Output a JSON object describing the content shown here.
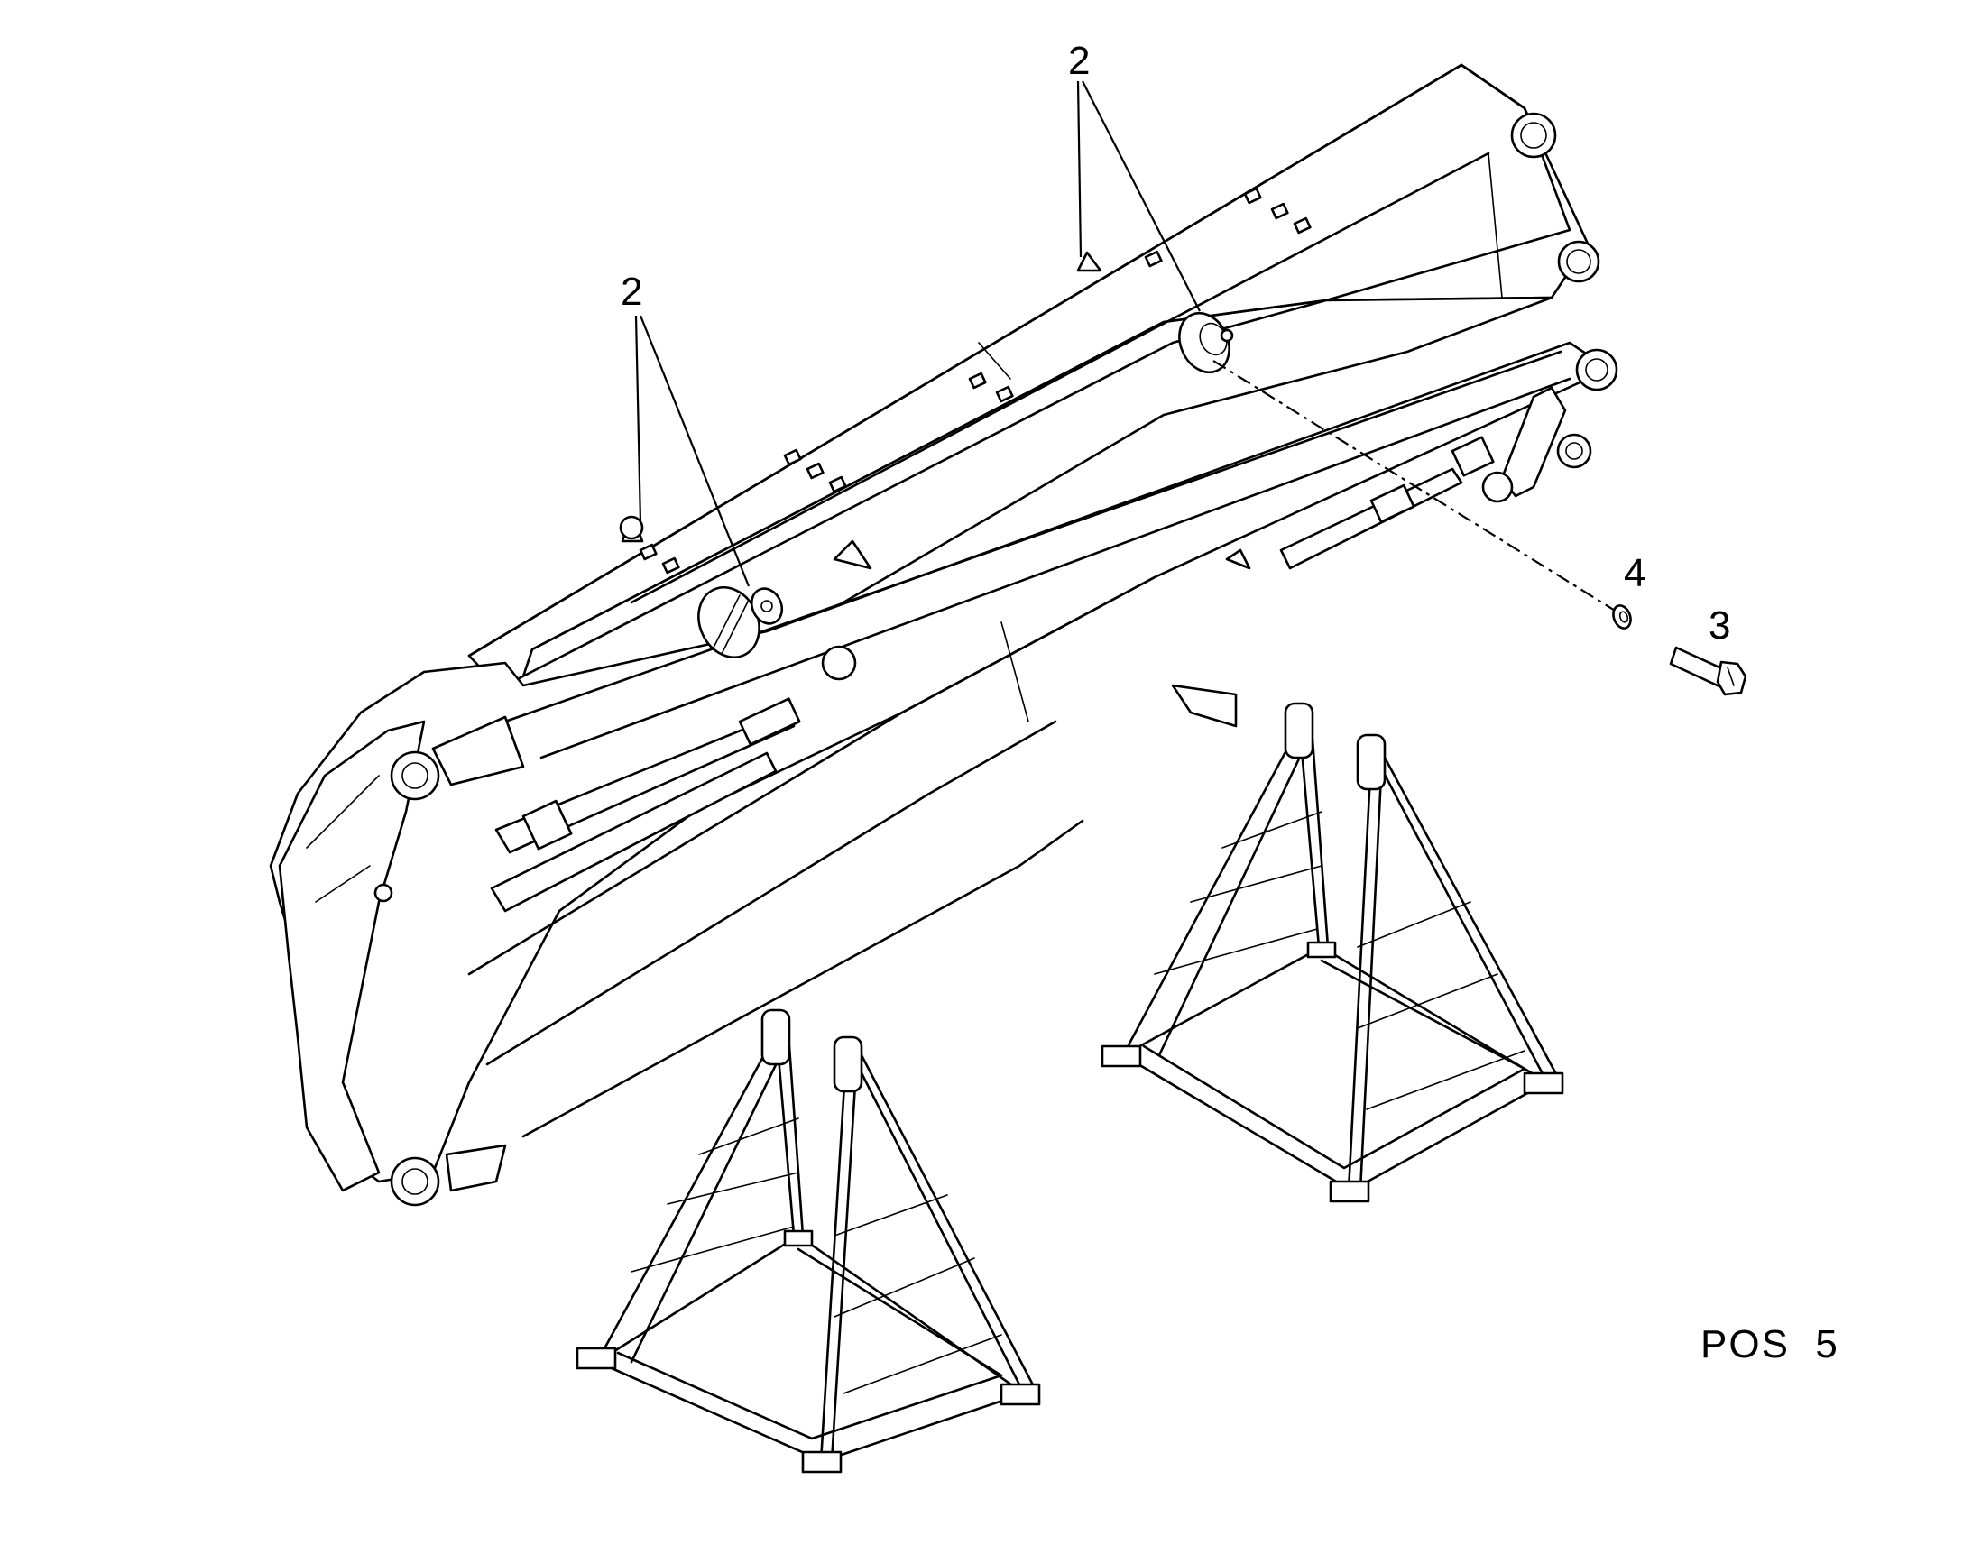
{
  "callouts": {
    "left_top": "2",
    "center_top": "2",
    "washer": "4",
    "bolt": "3"
  },
  "position_label": "POS  5",
  "colors": {
    "line": "#000000",
    "background": "#ffffff"
  },
  "icons": {
    "boom": "excavator-boom-arm",
    "stand_front": "a-frame-support-stand",
    "stand_back": "a-frame-support-stand",
    "bolt": "hex-bolt",
    "washer": "flat-washer"
  }
}
